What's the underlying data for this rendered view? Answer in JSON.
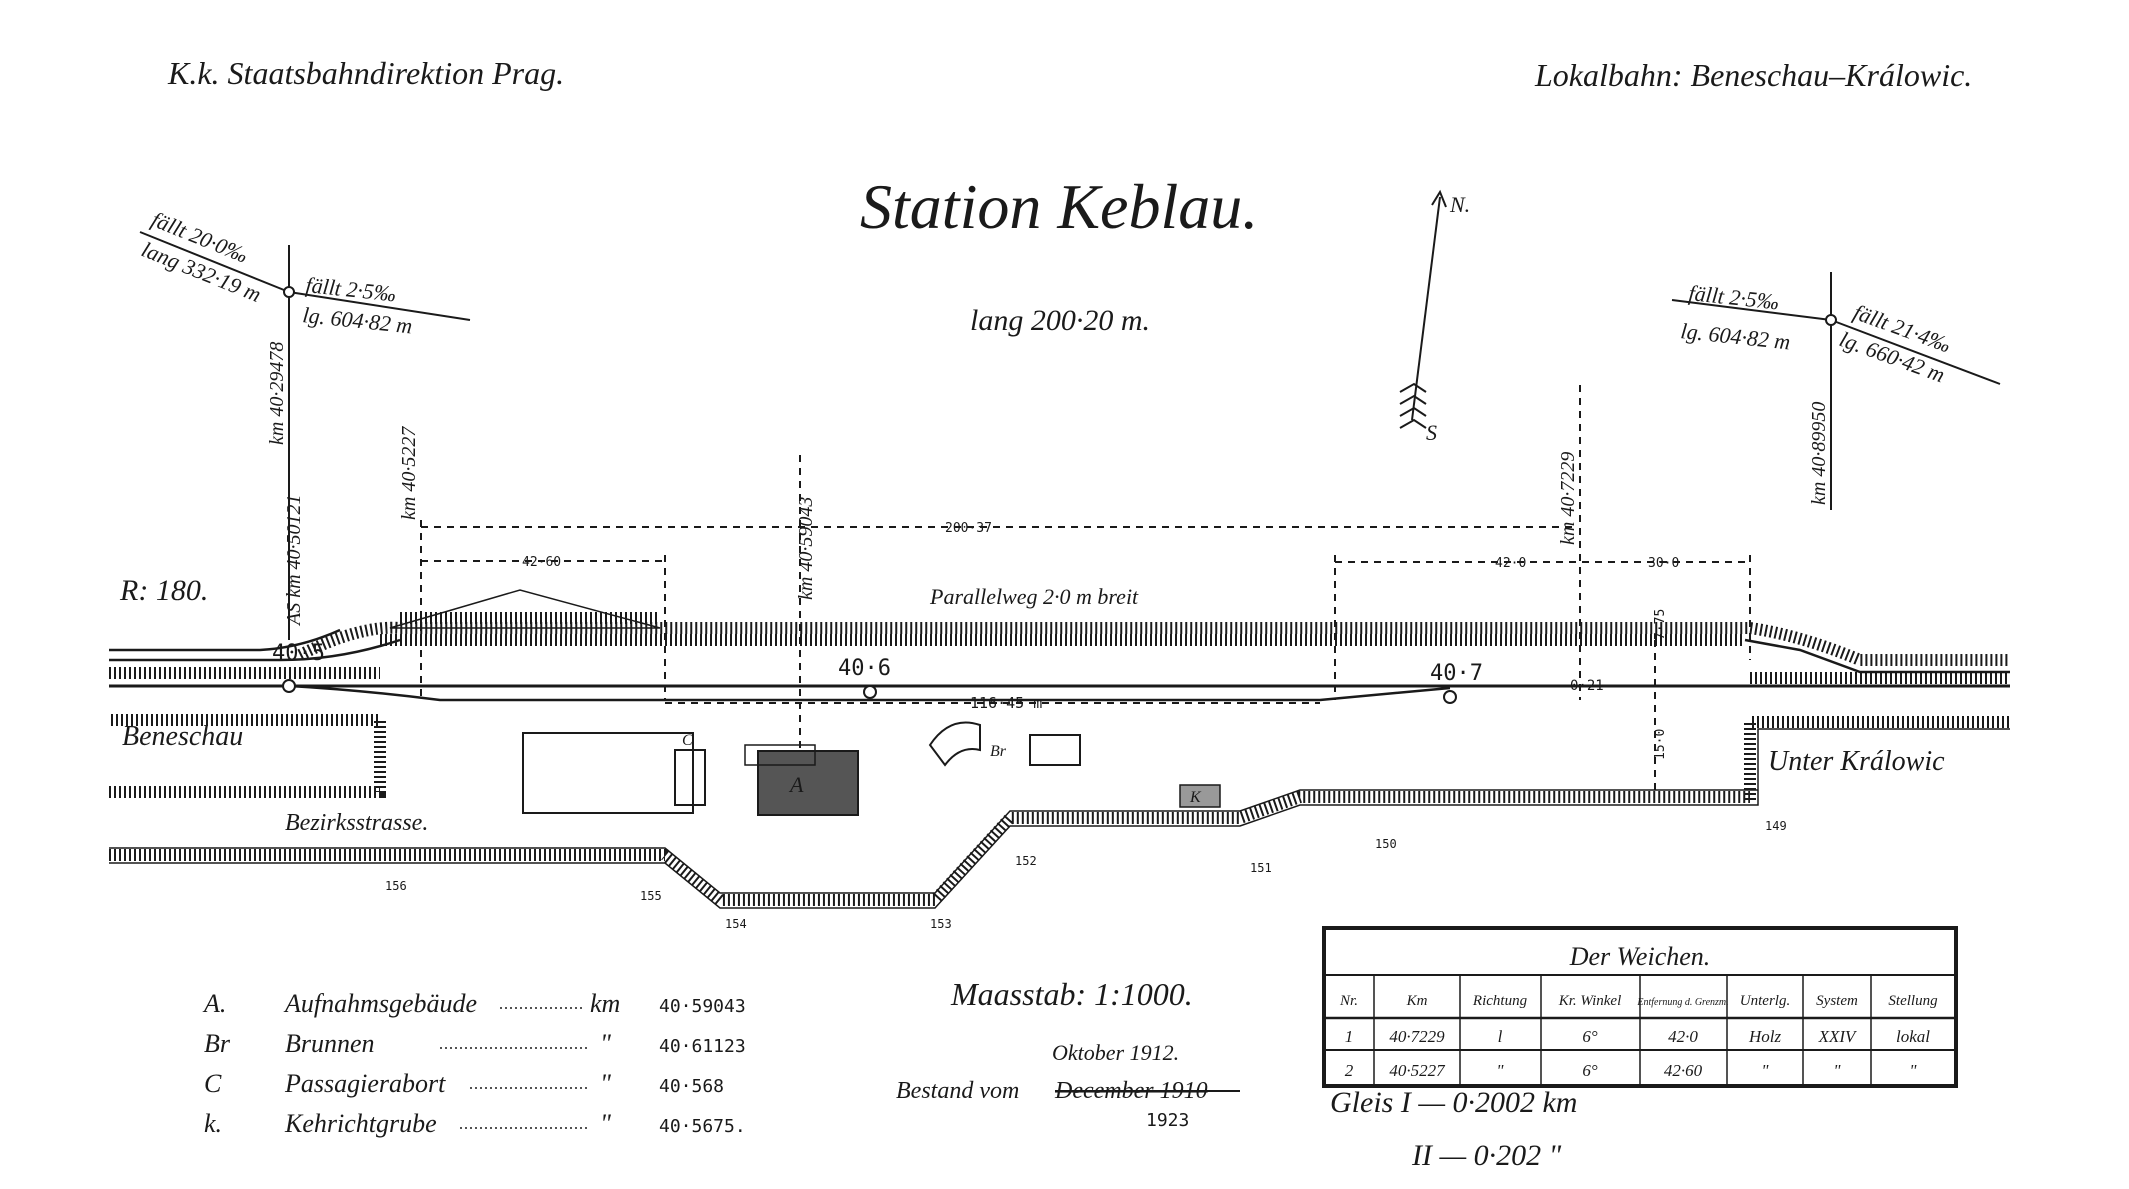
{
  "header": {
    "authority": "K.k. Staatsbahndirektion Prag.",
    "line": "Lokalbahn: Beneschau–Králowic."
  },
  "title": "Station Keblau.",
  "length": "lang 200·20 m.",
  "compass": {
    "north": "N.",
    "south": "S"
  },
  "gradients": {
    "left_a": "fällt 20·0‰",
    "left_a_len": "lang 332·19 m",
    "left_b": "fällt 2·5‰",
    "left_b_len": "lg. 604·82 m",
    "left_km": "km 40·29478",
    "right_a": "fällt 2·5‰",
    "right_a_len": "lg. 604·82 m",
    "right_b": "fällt 21·4‰",
    "right_b_len": "lg. 660·42 m",
    "right_km": "km 40·89950"
  },
  "plan": {
    "radius": "R: 180.",
    "km_labels": [
      "AS km 40·50121",
      "km 40·5227",
      "km 40·59043",
      "km 40·7229"
    ],
    "stations_km": [
      "40·5",
      "40·6",
      "40·7"
    ],
    "dims": [
      "200·37",
      "42·60",
      "42·0",
      "30·0",
      "116·45 m",
      "7·75",
      "15·0",
      "0·21"
    ],
    "parallel_road": "Parallelweg 2·0 m breit",
    "places": {
      "left": "Beneschau",
      "right": "Unter Králowic",
      "road": "Bezirksstrasse."
    },
    "building_letters": [
      "A",
      "Br",
      "C",
      "K"
    ],
    "point_numbers": [
      "156",
      "155",
      "154",
      "153",
      "152",
      "151",
      "150",
      "149"
    ]
  },
  "legend": [
    {
      "key": "A.",
      "name": "Aufnahmsgebäude",
      "unit": "km",
      "value": "40·59043"
    },
    {
      "key": "Br",
      "name": "Brunnen",
      "unit": "\"",
      "value": "40·61123"
    },
    {
      "key": "C",
      "name": "Passagierabort",
      "unit": "\"",
      "value": "40·568"
    },
    {
      "key": "k.",
      "name": "Kehrichtgrube",
      "unit": "\"",
      "value": "40·5675."
    }
  ],
  "scale": "Maasstab: 1:1000.",
  "date": {
    "main": "Oktober 1912.",
    "status": "Bestand vom",
    "struck": "December 1910",
    "year": "1923"
  },
  "switches": {
    "title": "Der Weichen.",
    "headers": [
      "Nr.",
      "Km",
      "Richtung",
      "Kr. Winkel",
      "Entfernung d. Grenzm.",
      "Unterlg.",
      "System",
      "Stellung"
    ],
    "rows": [
      [
        "1",
        "40·7229",
        "l",
        "6°",
        "42·0",
        "Holz",
        "XXIV",
        "lokal"
      ],
      [
        "2",
        "40·5227",
        "\"",
        "6°",
        "42·60",
        "\"",
        "\"",
        "\""
      ]
    ]
  },
  "notes": {
    "gleis1": "Gleis I — 0·2002 km",
    "gleis2": "II — 0·202 \""
  }
}
